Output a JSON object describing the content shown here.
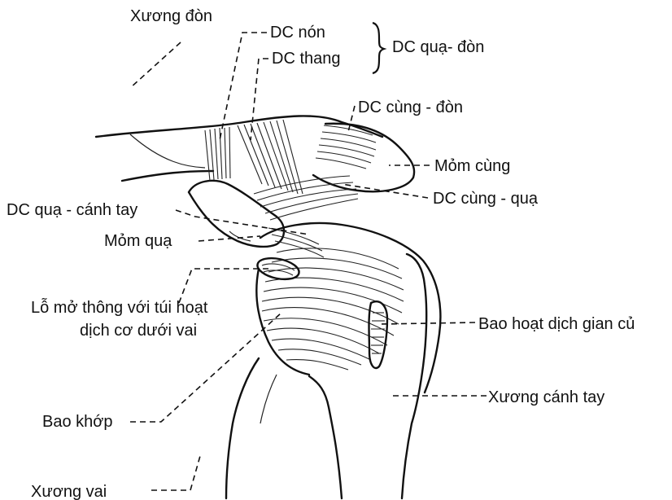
{
  "labels": {
    "xuong_don": "Xương đòn",
    "dc_non": "DC nón",
    "dc_thang": "DC thang",
    "dc_qua_don": "DC quạ- đòn",
    "dc_cung_don": "DC cùng - đòn",
    "mom_cung": "Mỏm cùng",
    "dc_cung_qua": "DC cùng - quạ",
    "dc_qua_canh_tay": "DC quạ - cánh tay",
    "mom_qua": "Mỏm quạ",
    "lo_mo_line1": "Lỗ mở thông với túi hoạt",
    "lo_mo_line2": "dịch cơ dưới vai",
    "bao_hoat_dich": "Bao hoạt dịch gian củ",
    "xuong_canh_tay": "Xương cánh tay",
    "bao_khop": "Bao khớp",
    "xuong_vai": "Xương vai"
  },
  "colors": {
    "ink": "#111111",
    "background": "#ffffff"
  }
}
